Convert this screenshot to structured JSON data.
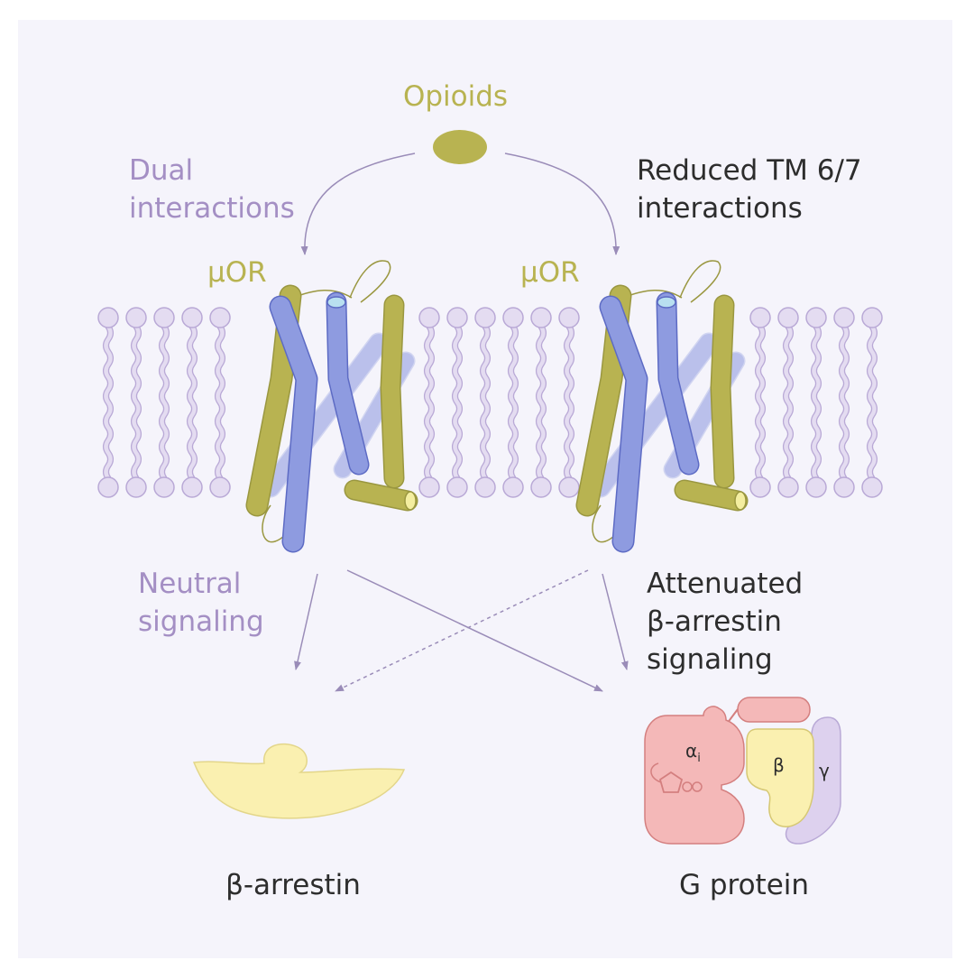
{
  "title": "Opioids",
  "colors": {
    "background": "#f5f4fb",
    "olive": "#b8b351",
    "olive_dark": "#9a9740",
    "purple_text": "#a48fc4",
    "helix_blue": "#8e9be0",
    "helix_blue_edge": "#5d6bc4",
    "lipid": "#e4dcf1",
    "lipid_edge": "#b9a9d6",
    "arrestin": "#faf0b0",
    "g_alpha": "#f4b8b8",
    "g_beta": "#faf0b0",
    "g_gamma": "#ddd1ee",
    "dark_text": "#2d2d2d",
    "arrow": "#9a8cb8"
  },
  "left_branch": {
    "interaction_label": "Dual\ninteractions",
    "receptor_label": "μOR",
    "signaling_label": "Neutral\nsignaling"
  },
  "right_branch": {
    "interaction_label": "Reduced TM 6/7\ninteractions",
    "receptor_label": "μOR",
    "signaling_label": "Attenuated\nβ-arrestin\nsignaling"
  },
  "outputs": {
    "arrestin_label": "β-arrestin",
    "gprotein_label": "G protein",
    "alpha_subunit": "α",
    "alpha_subscript": "i",
    "beta_subunit": "β",
    "gamma_subunit": "γ"
  }
}
